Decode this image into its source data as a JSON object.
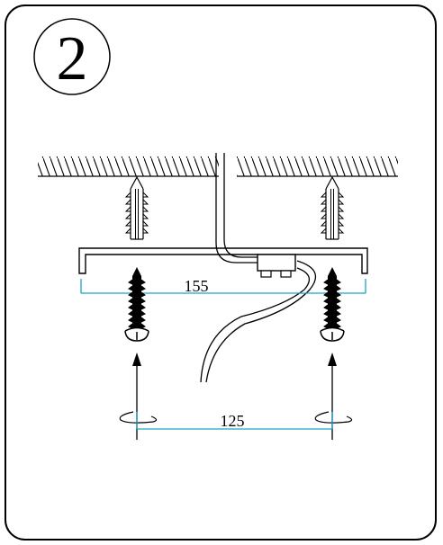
{
  "step": {
    "number": "2"
  },
  "dimensions": {
    "rail_width": "155",
    "screw_spacing": "125"
  },
  "colors": {
    "line": "#000000",
    "dimension": "#1aa3c7",
    "background": "#ffffff"
  }
}
